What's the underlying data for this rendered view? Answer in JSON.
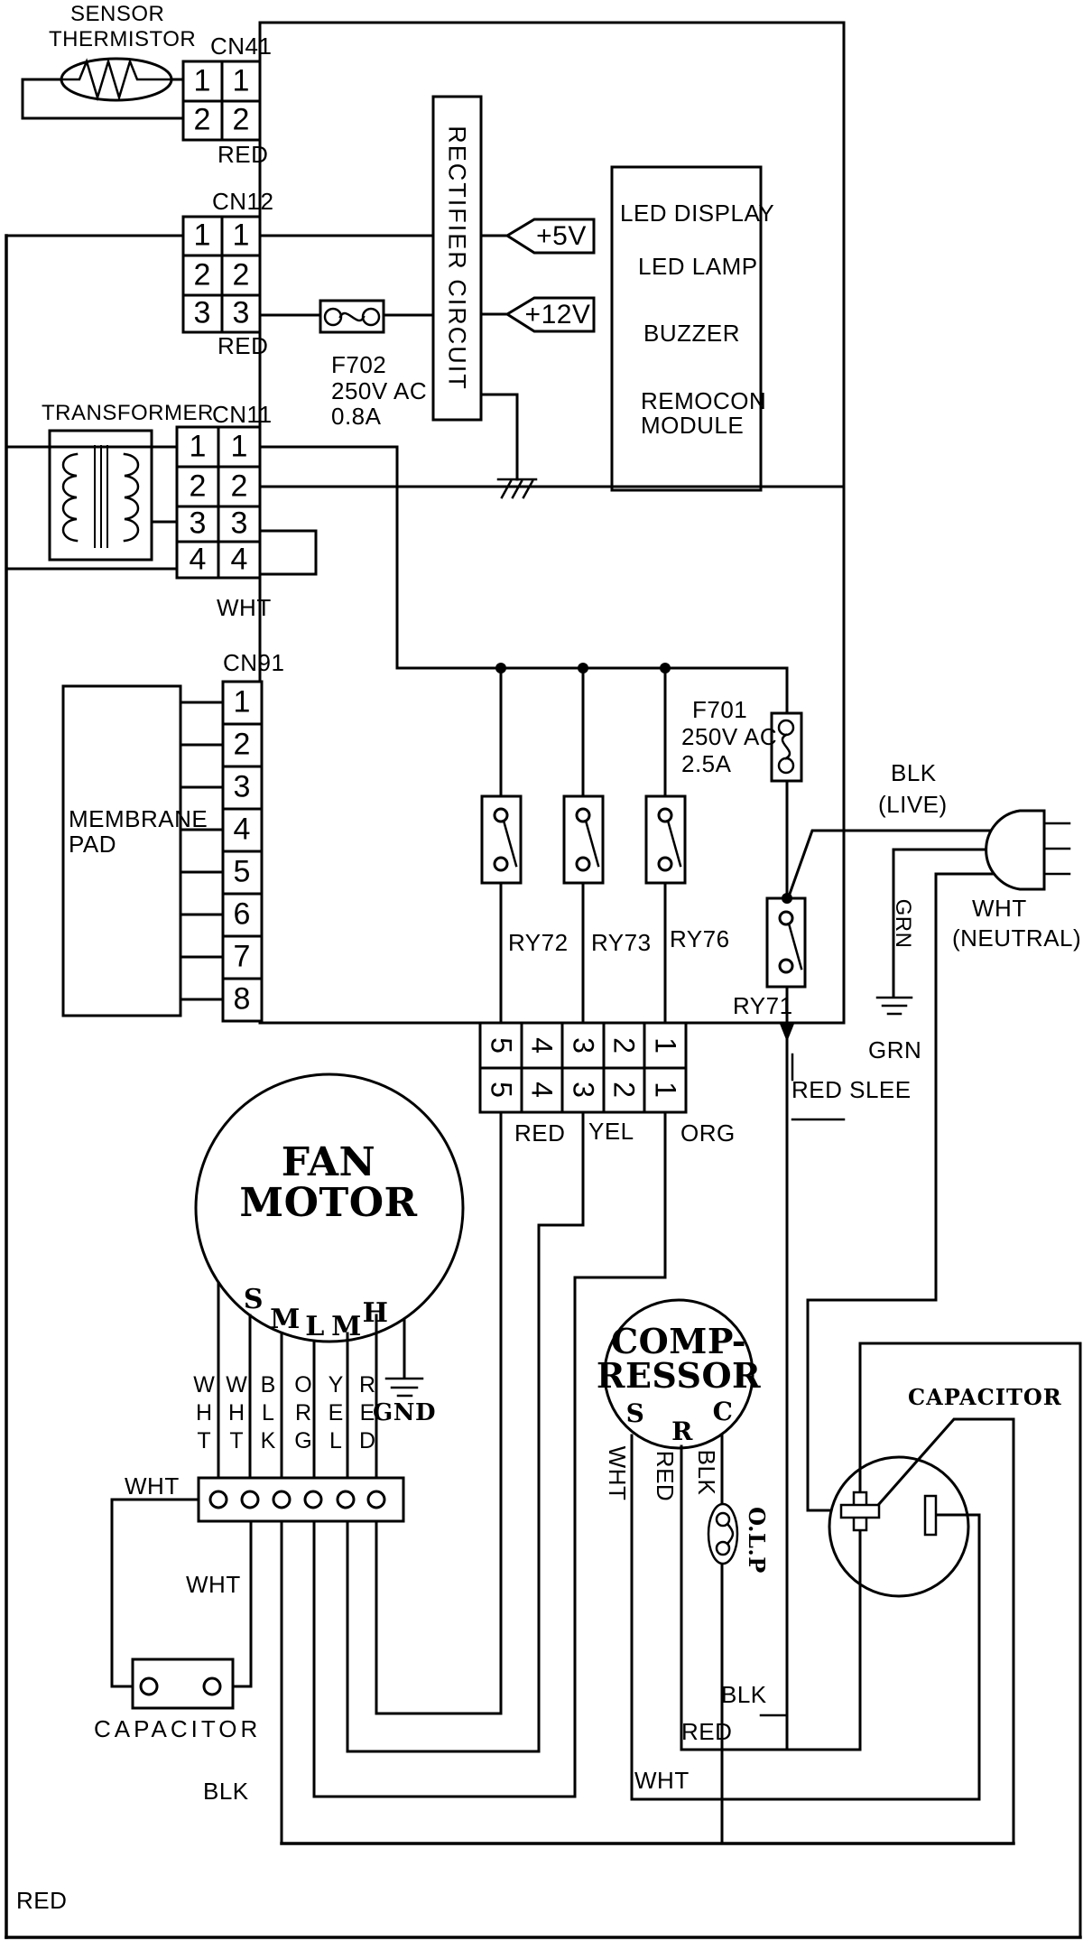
{
  "sensor": {
    "line1": "SENSOR",
    "line2": "THERMISTOR"
  },
  "connectors": {
    "cn41": {
      "label": "CN41",
      "wire": "RED",
      "pins_left": [
        "1",
        "2"
      ],
      "pins_right": [
        "1",
        "2"
      ]
    },
    "cn12": {
      "label": "CN12",
      "wire": "RED",
      "pins_left": [
        "1",
        "2",
        "3"
      ],
      "pins_right": [
        "1",
        "2",
        "3"
      ]
    },
    "cn11": {
      "label": "CN11",
      "wire": "WHT",
      "pins_left": [
        "1",
        "2",
        "3",
        "4"
      ],
      "pins_right": [
        "1",
        "2",
        "3",
        "4"
      ]
    },
    "cn91": {
      "label": "CN91",
      "pins": [
        "1",
        "2",
        "3",
        "4",
        "5",
        "6",
        "7",
        "8"
      ]
    },
    "power": {
      "pins_top": [
        "5",
        "4",
        "3",
        "2",
        "1"
      ],
      "pins_bottom": [
        "5",
        "4",
        "3",
        "2",
        "1"
      ],
      "wire_red": "RED",
      "wire_yel": "YEL",
      "wire_org": "ORG"
    }
  },
  "components": {
    "transformer": "TRANSFORMER",
    "rectifier": "RECTIFIER CIRCUIT",
    "membrane_line1": "MEMBRANE",
    "membrane_line2": "PAD",
    "led_item1": "LED DISPLAY",
    "led_item2": "LED LAMP",
    "led_item3": "BUZZER",
    "led_item4a": "REMOCON",
    "led_item4b": "MODULE",
    "f702_name": "F702",
    "f702_rating": "250V AC",
    "f702_amps": "0.8A",
    "f701_name": "F701",
    "f701_rating": "250V AC",
    "f701_amps": "2.5A",
    "ry72": "RY72",
    "ry73": "RY73",
    "ry76": "RY76",
    "ry71": "RY71",
    "fan_line1": "FAN",
    "fan_line2": "MOTOR",
    "fan_t1": "S",
    "fan_t2": "M",
    "fan_t3": "L",
    "fan_t4": "M",
    "fan_t5": "H",
    "gnd": "GND",
    "compressor_line1": "COMP-",
    "compressor_line2": "RESSOR",
    "comp_t1": "S",
    "comp_t2": "R",
    "comp_t3": "C",
    "olp": "O.L.P",
    "capacitor_left": "CAPACITOR",
    "capacitor_right": "CAPACITOR"
  },
  "tags": {
    "v5": "+5V",
    "v12": "+12V"
  },
  "wires": {
    "cn41_red": "RED",
    "cn12_red": "RED",
    "cn11_wht": "WHT",
    "blk_live1": "BLK",
    "blk_live2": "(LIVE)",
    "wht_neutral1": "WHT",
    "wht_neutral2": "(NEUTRAL)",
    "grn_vert": "GRN",
    "grn_gnd": "GRN",
    "red_slee": "RED SLEE",
    "fan_w1": "WHT",
    "fan_w2": "WHT",
    "fan_w3": "BLK",
    "fan_w4": "ORG",
    "fan_w5": "YEL",
    "fan_w6": "RED",
    "strip_wht": "WHT",
    "mid_wht": "WHT",
    "comp_wht": "WHT",
    "comp_red": "RED",
    "comp_blk": "BLK",
    "olp_blk": "BLK",
    "comp_red_bot": "RED",
    "run_wht": "WHT",
    "run_blk": "BLK",
    "run_red": "RED"
  }
}
